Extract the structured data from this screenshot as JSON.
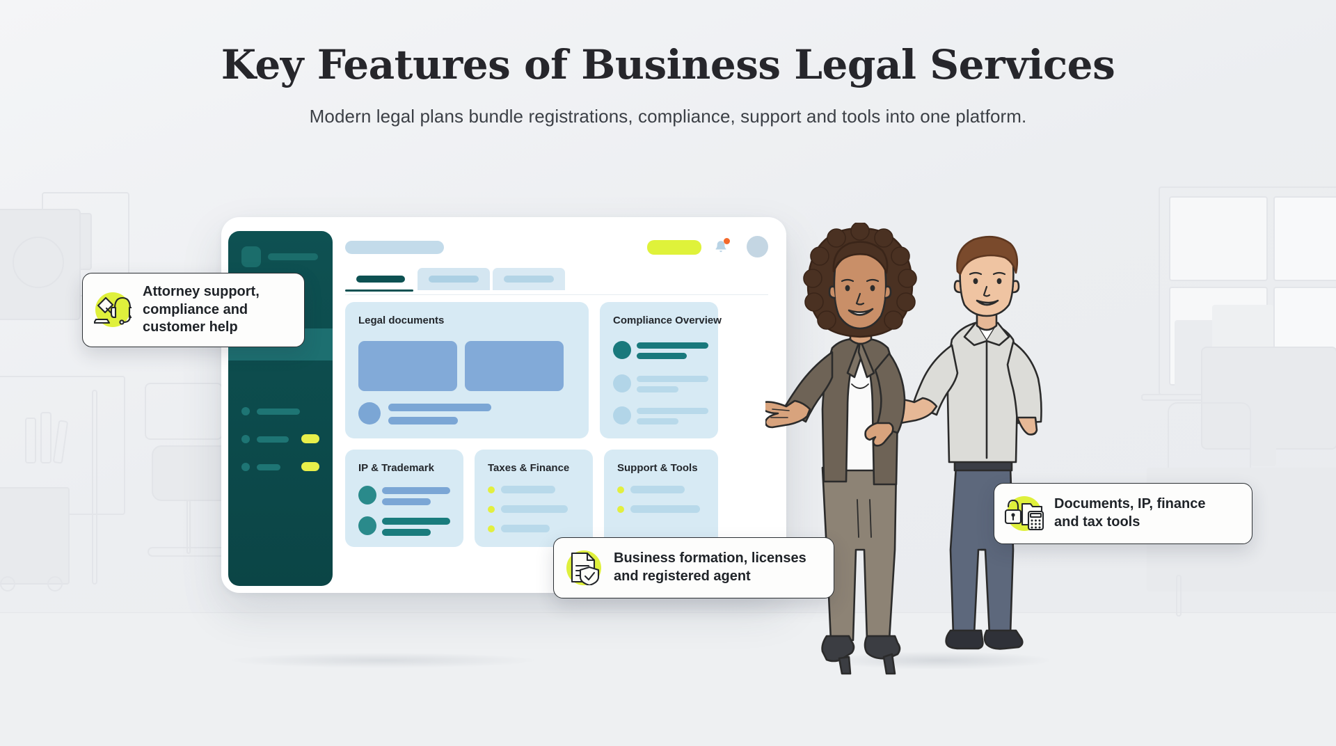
{
  "header": {
    "title": "Key Features of Business Legal Services",
    "subtitle": "Modern legal plans bundle registrations, compliance, support and tools into one platform."
  },
  "colors": {
    "accent_lime": "#dff23a",
    "sidebar_teal": "#0e5152",
    "card_blue": "#d7eaf4",
    "tile_blue": "#82aad8",
    "notification_orange": "#f3692b",
    "text_dark": "#1f2328"
  },
  "dashboard": {
    "sidebar": {
      "logo_icon": "app-logo-icon",
      "nav_items": [
        {
          "badge": false
        },
        {
          "badge": true
        },
        {
          "badge": true
        }
      ]
    },
    "topbar": {
      "search_icon": "search-bar-placeholder",
      "cta_icon": "primary-cta-button",
      "bell_icon": "bell-icon",
      "has_notification": true,
      "avatar_icon": "avatar"
    },
    "tabs": [
      {
        "active": true
      },
      {
        "active": false
      },
      {
        "active": false
      }
    ],
    "cards": [
      {
        "title": "Legal documents"
      },
      {
        "title": "Compliance Overview"
      },
      {
        "title": "IP & Trademark"
      },
      {
        "title": "Taxes & Finance"
      },
      {
        "title": "Support & Tools"
      }
    ]
  },
  "callouts": [
    {
      "id": "attorney",
      "icon": "gavel-headset-icon",
      "text": "Attorney support,\ncompliance and\ncustomer help"
    },
    {
      "id": "formation",
      "icon": "document-shield-check-icon",
      "text": "Business formation, licenses\nand registered agent"
    },
    {
      "id": "documents",
      "icon": "lock-folder-calculator-icon",
      "text": "Documents, IP, finance\nand tax tools"
    }
  ],
  "illustration": {
    "name": "two-business-people-illustration",
    "figures": [
      {
        "name": "woman-presenter",
        "attire": "brown-blazer-and-trousers"
      },
      {
        "name": "man-presenter",
        "attire": "grey-shirt-and-navy-trousers"
      }
    ]
  }
}
